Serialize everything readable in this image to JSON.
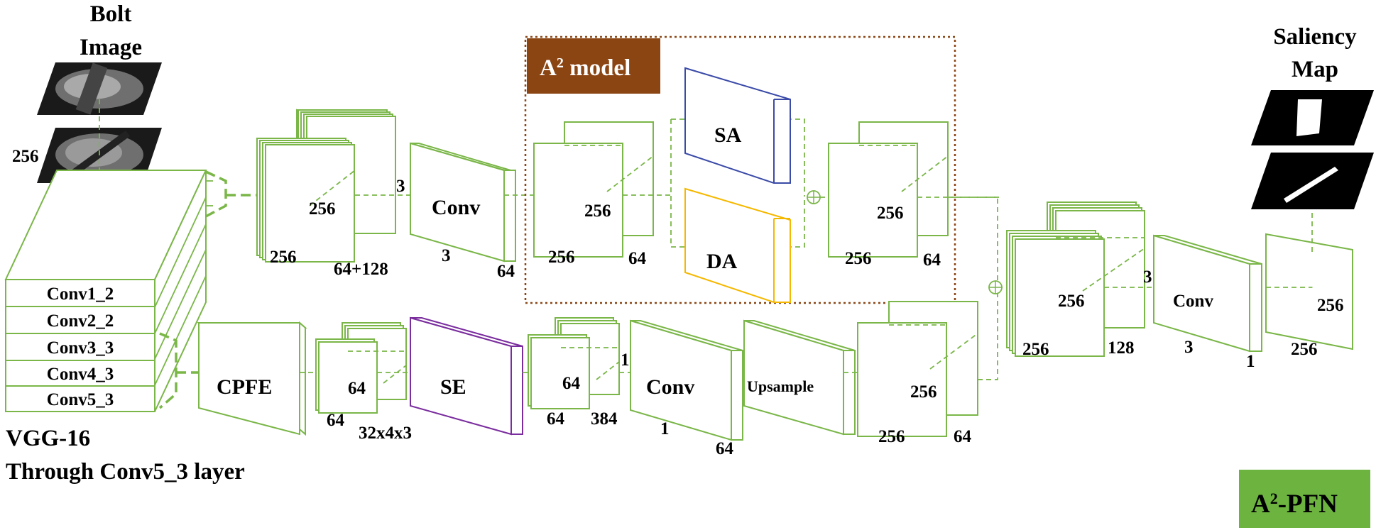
{
  "input": {
    "title_line1": "Bolt",
    "title_line2": "Image",
    "size_h": "256",
    "size_w": "256"
  },
  "output": {
    "title_line1": "Saliency",
    "title_line2": "Map"
  },
  "vgg": {
    "layers": [
      "Conv1_2",
      "Conv2_2",
      "Conv3_3",
      "Conv4_3",
      "Conv5_3"
    ],
    "caption_line1": "VGG-16",
    "caption_line2": "Through Conv5_3 layer"
  },
  "top_branch": {
    "block1": {
      "h": "256",
      "w": "256",
      "d": "64+128",
      "kernel": "3"
    },
    "conv1": {
      "label": "Conv",
      "k": "3",
      "d": "64"
    },
    "a2_title_main": "A",
    "a2_title_sup": "2",
    "a2_title_rest": " model",
    "a2_in": {
      "h": "256",
      "w": "256",
      "d": "64"
    },
    "sa_label": "SA",
    "da_label": "DA",
    "a2_out": {
      "h": "256",
      "w": "256",
      "d": "64"
    }
  },
  "bottom_branch": {
    "cpfe_label": "CPFE",
    "b1": {
      "h": "64",
      "w": "64",
      "d": "32x4x3"
    },
    "se_label": "SE",
    "b2": {
      "h": "64",
      "w": "64",
      "d": "384",
      "kernel": "1"
    },
    "conv": {
      "label": "Conv",
      "k": "1",
      "d": "64"
    },
    "upsample_label": "Upsample",
    "b3": {
      "h": "256",
      "w": "256",
      "d": "64"
    }
  },
  "merge": {
    "block": {
      "h": "256",
      "w": "256",
      "d": "128",
      "kernel": "3"
    },
    "conv": {
      "label": "Conv",
      "k": "3",
      "d": "1"
    },
    "final": {
      "h": "256",
      "w": "256"
    }
  },
  "badge": {
    "main": "A",
    "sup": "2",
    "rest": "-PFN"
  },
  "colors": {
    "green": "#7ab648",
    "brown": "#8b4513",
    "sa": "#3b4ba8",
    "da": "#f5b800",
    "se": "#7a2d9e",
    "badge": "#6db33f"
  }
}
